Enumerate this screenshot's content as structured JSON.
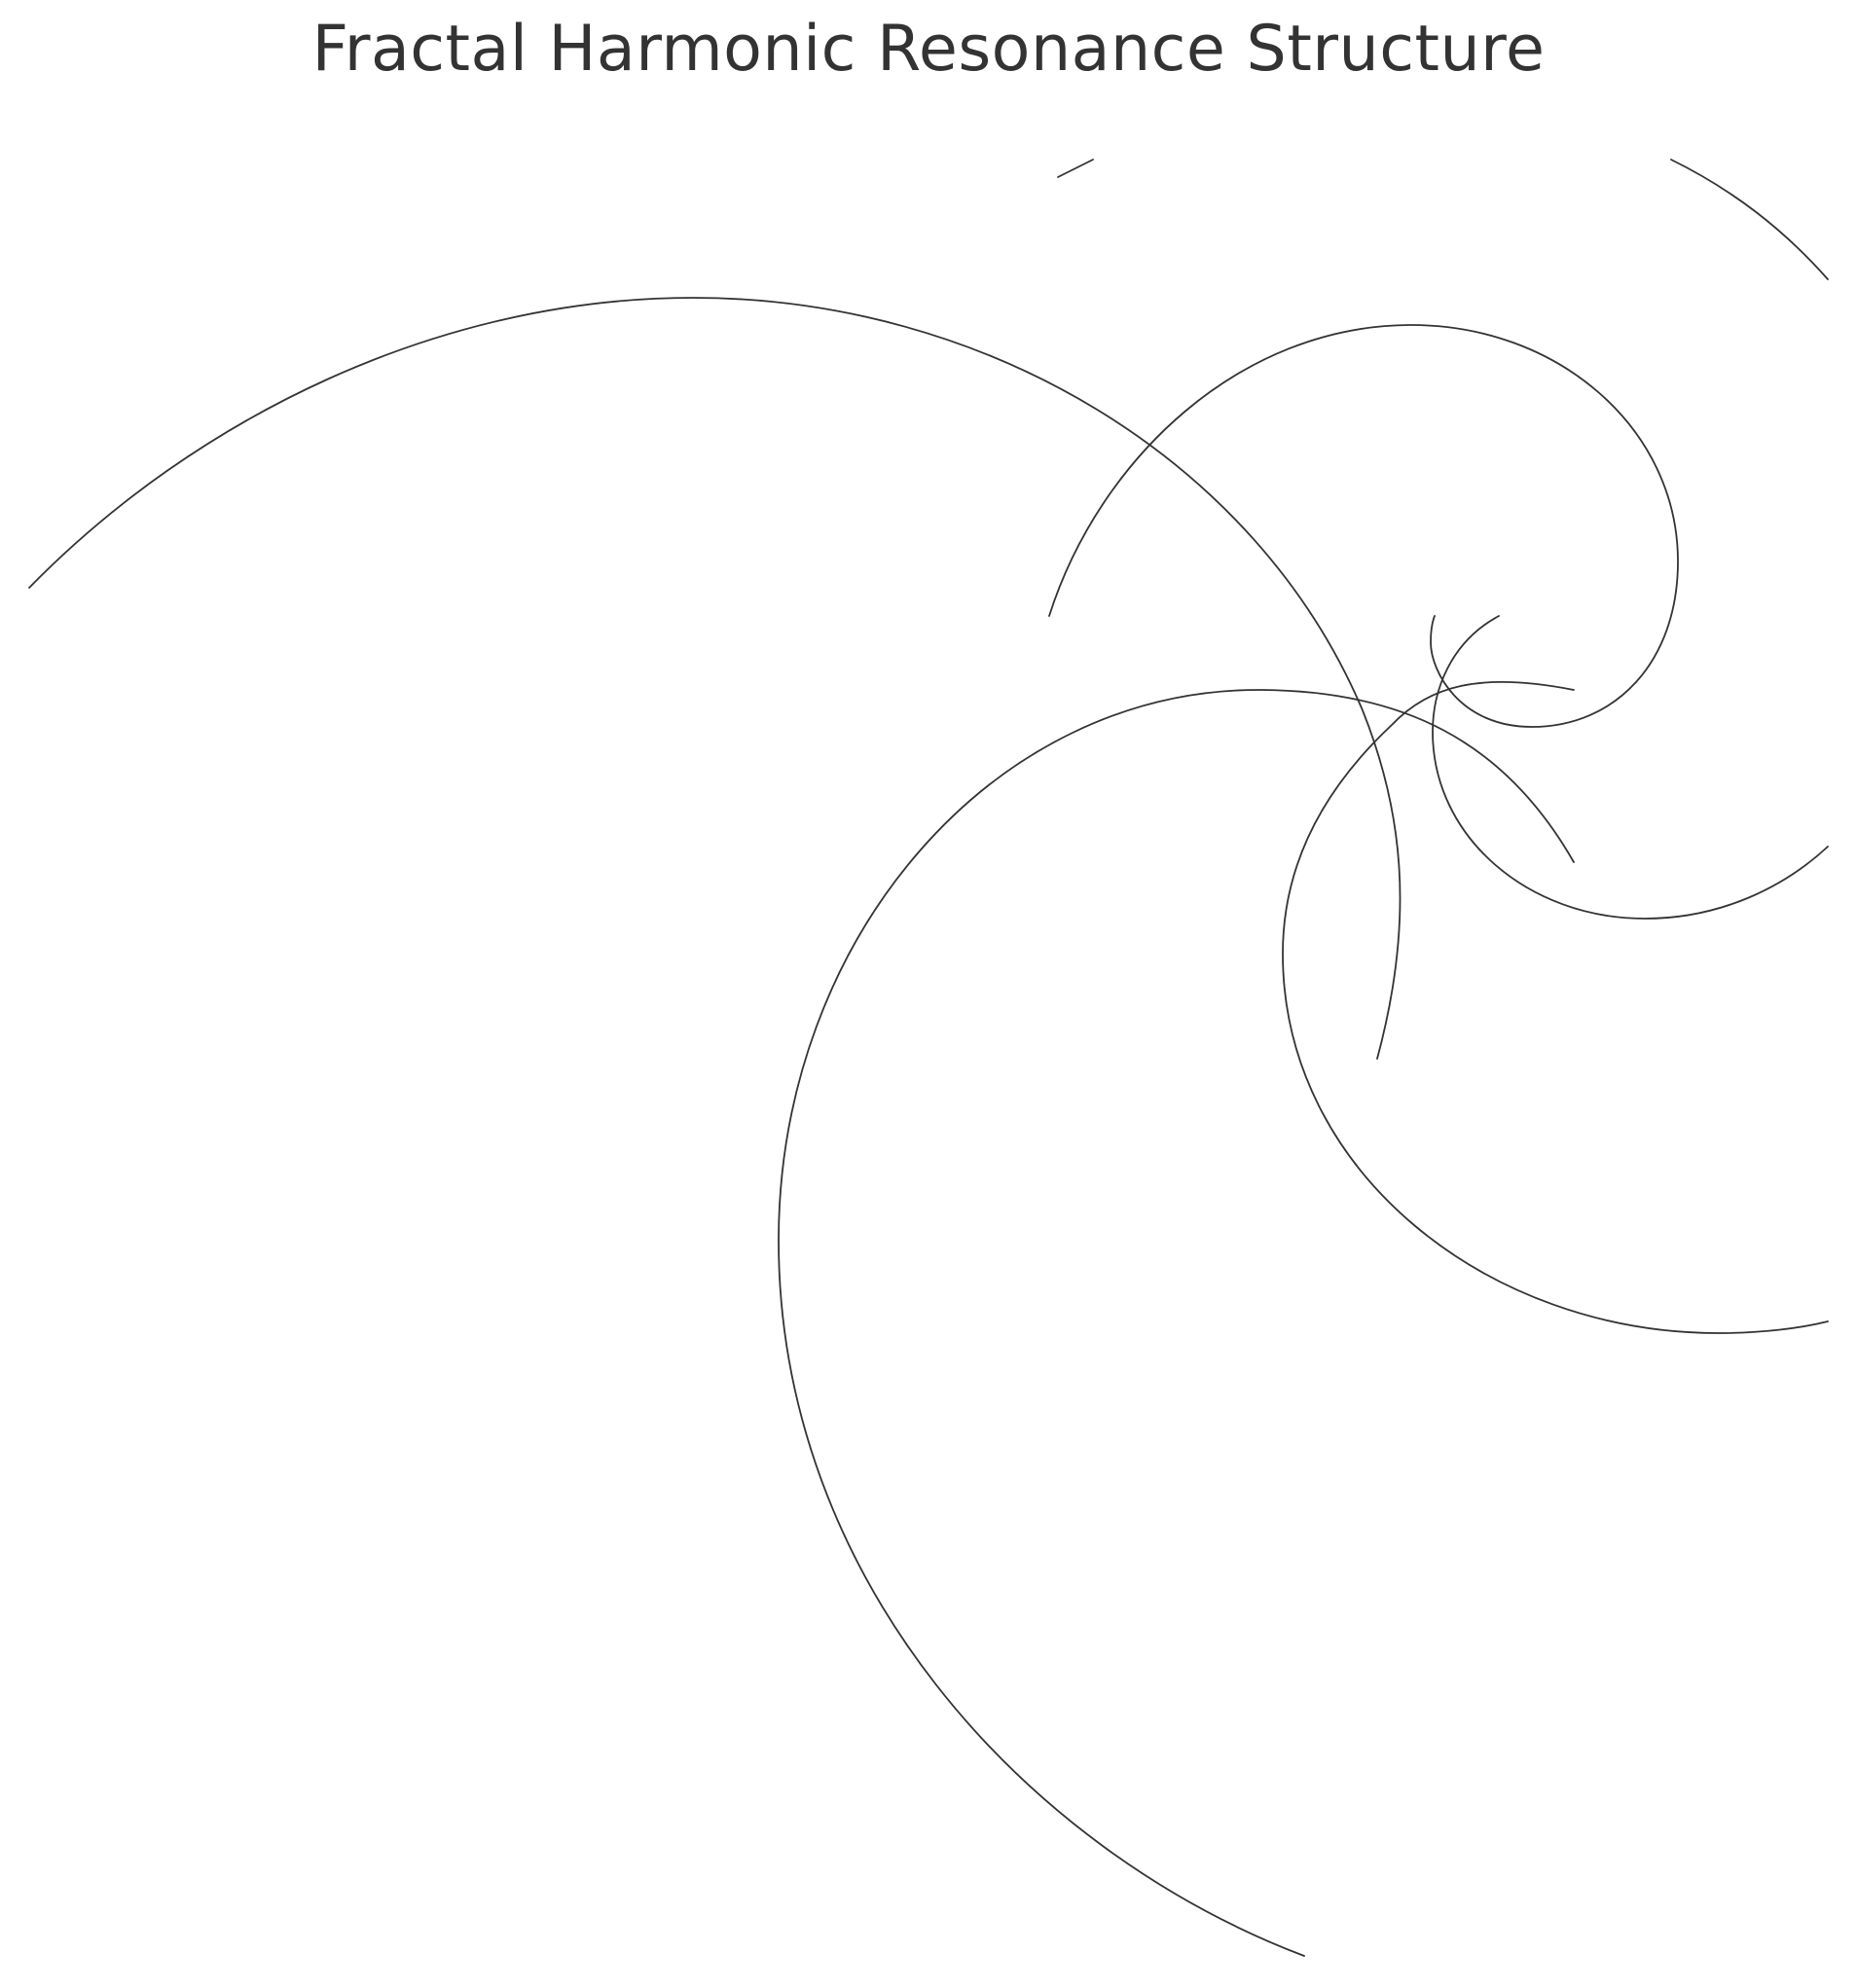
{
  "title": "Fractal Harmonic Resonance Structure",
  "stroke_color": "#333333",
  "background_color": "#ffffff",
  "curves": [
    {
      "name": "large-arc-left"
    },
    {
      "name": "big-spiral-loop"
    },
    {
      "name": "upper-right-loop"
    },
    {
      "name": "right-middle-loop"
    },
    {
      "name": "small-hook"
    },
    {
      "name": "top-right-arc"
    },
    {
      "name": "top-tick"
    }
  ]
}
